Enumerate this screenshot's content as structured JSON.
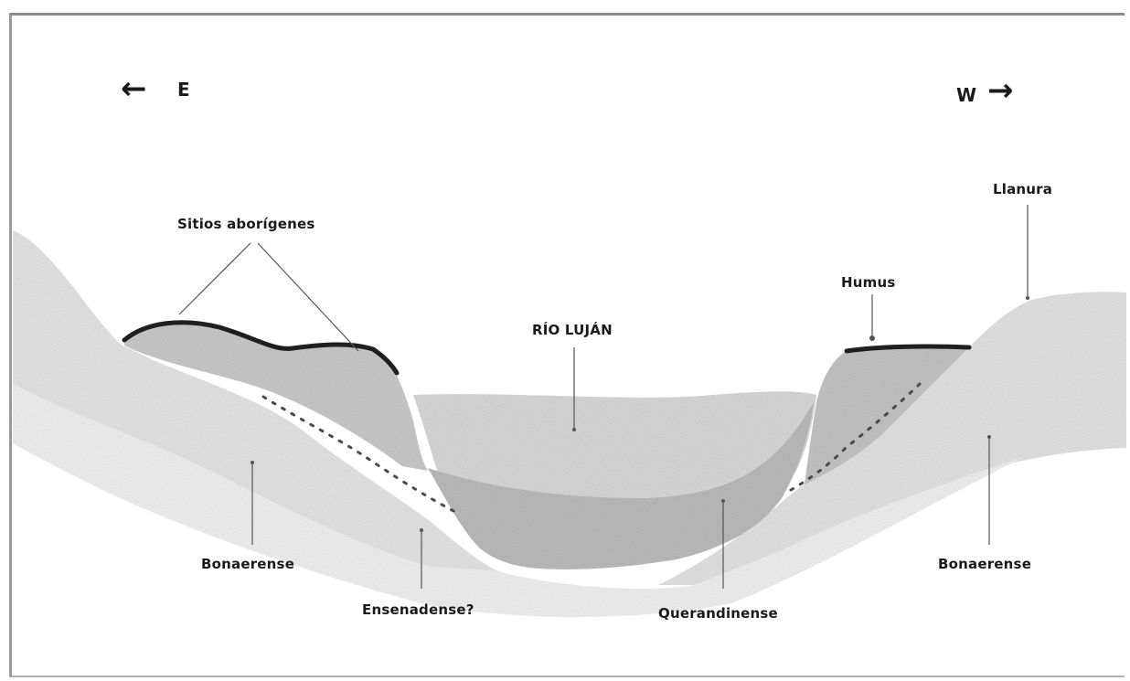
{
  "direction": {
    "east": {
      "label": "E",
      "arrow": "←"
    },
    "west": {
      "label": "W",
      "arrow": "→"
    }
  },
  "labels": {
    "sitios": "Sitios aborígenes",
    "llanura": "Llanura",
    "humus": "Humus",
    "rio": "RÍO LUJÁN",
    "bonaerense_left": "Bonaerense",
    "bonaerense_right": "Bonaerense",
    "ensenadense": "Ensenadense?",
    "querandinense": "Querandinense"
  },
  "colors": {
    "bonaerense": "#e6e6e6",
    "terrace": "#c7c7c7",
    "river_water": "#dadada",
    "querandinense": "#bdbdbd",
    "humus": "#222222",
    "leader": "#555555"
  }
}
